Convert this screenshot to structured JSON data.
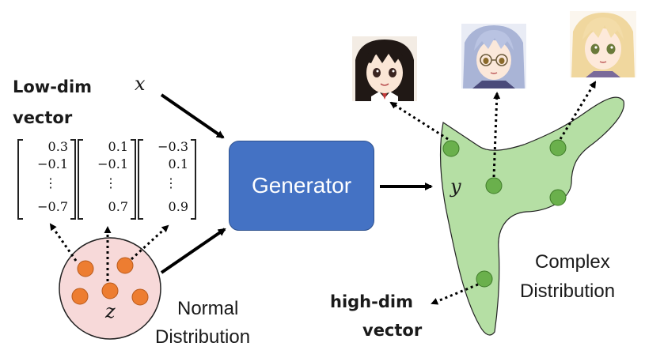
{
  "labels": {
    "low_dim_line1": "Low-dim",
    "low_dim_line2": "vector",
    "x": "x",
    "y": "y",
    "z": "z",
    "generator": "Generator",
    "normal_line1": "Normal",
    "normal_line2": "Distribution",
    "complex_line1": "Complex",
    "complex_line2": "Distribution",
    "high_dim_line1": "high-dim",
    "high_dim_line2": "vector"
  },
  "vectors": [
    [
      "0.3",
      "−0.1",
      "⋮",
      "−0.7"
    ],
    [
      "0.1",
      "−0.1",
      "⋮",
      "0.7"
    ],
    [
      "−0.3",
      "0.1",
      "⋮",
      "0.9"
    ]
  ],
  "images": [
    "anime-face-dark-hair",
    "anime-face-silver-hair-glasses",
    "anime-face-blonde-hair"
  ],
  "colors": {
    "generator_fill": "#4472c4",
    "blob_fill": "#b5dfa4",
    "blob_dot": "#6ab04c",
    "normal_fill": "#f7d9d9",
    "normal_dot": "#ed7d31"
  }
}
